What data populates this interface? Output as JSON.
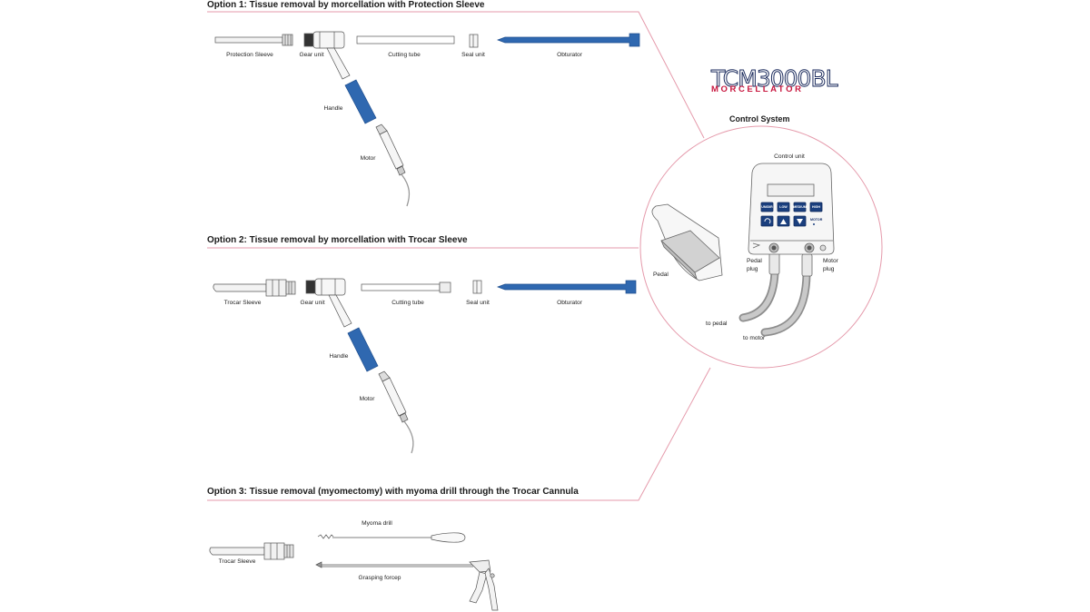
{
  "options": [
    {
      "heading": "Option 1: Tissue removal by morcellation with Protection Sleeve",
      "labels": {
        "sleeve": "Protection Sleeve",
        "gear": "Gear unit",
        "cutting": "Cutting tube",
        "seal": "Seal unit",
        "obturator": "Obturator",
        "handle": "Handle",
        "motor": "Motor"
      }
    },
    {
      "heading": "Option 2: Tissue removal by morcellation with Trocar Sleeve",
      "labels": {
        "sleeve": "Trocar Sleeve",
        "gear": "Gear unit",
        "cutting": "Cutting tube",
        "seal": "Seal unit",
        "obturator": "Obturator",
        "handle": "Handle",
        "motor": "Motor"
      }
    },
    {
      "heading": "Option 3: Tissue removal (myomectomy) with myoma drill through the Trocar Cannula",
      "labels": {
        "sleeve": "Trocar Sleeve",
        "drill": "Myoma drill",
        "forcep": "Grasping forcep"
      }
    }
  ],
  "logo": {
    "main": "TCM3000BL",
    "sub": "MORCELLATOR",
    "logo_main_color": "#1a2a5c",
    "logo_sub_color": "#c8173f"
  },
  "control_system": {
    "title": "Control System",
    "control_unit": "Control unit",
    "pedal": "Pedal",
    "pedal_plug": [
      "Pedal",
      "plug"
    ],
    "motor_plug": [
      "Motor",
      "plug"
    ],
    "to_pedal": "to pedal",
    "to_motor": "to motor",
    "buttons": [
      "UNIDIR",
      "LOW",
      "MEDIUM",
      "HIGH"
    ],
    "motor_label": "MOTOR",
    "icons": [
      "rotate-icon",
      "arrow-up-icon",
      "arrow-down-icon"
    ]
  },
  "colors": {
    "accent_blue": "#2f68b0",
    "divider_pink": "#e59aab"
  }
}
